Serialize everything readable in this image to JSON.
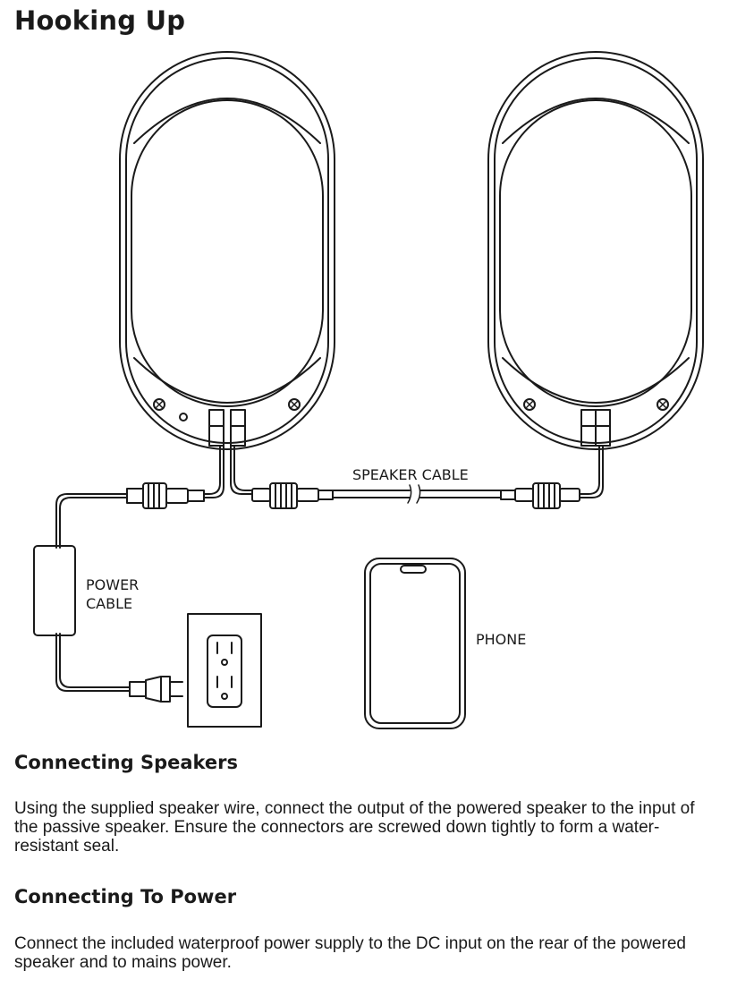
{
  "page": {
    "title": "Hooking Up"
  },
  "diagram": {
    "labels": {
      "speaker_cable": "SPEAKER CABLE",
      "power_cable_line1": "POWER",
      "power_cable_line2": "CABLE",
      "phone": "PHONE"
    }
  },
  "sections": [
    {
      "heading": "Connecting Speakers",
      "body": "Using the supplied speaker wire, connect the output of the powered speaker to the input of the passive speaker. Ensure the connectors are screwed down tightly to form a water-resistant seal."
    },
    {
      "heading": "Connecting To Power",
      "body": "Connect the included waterproof power supply to the DC input on the rear of the powered speaker and to mains power."
    }
  ]
}
